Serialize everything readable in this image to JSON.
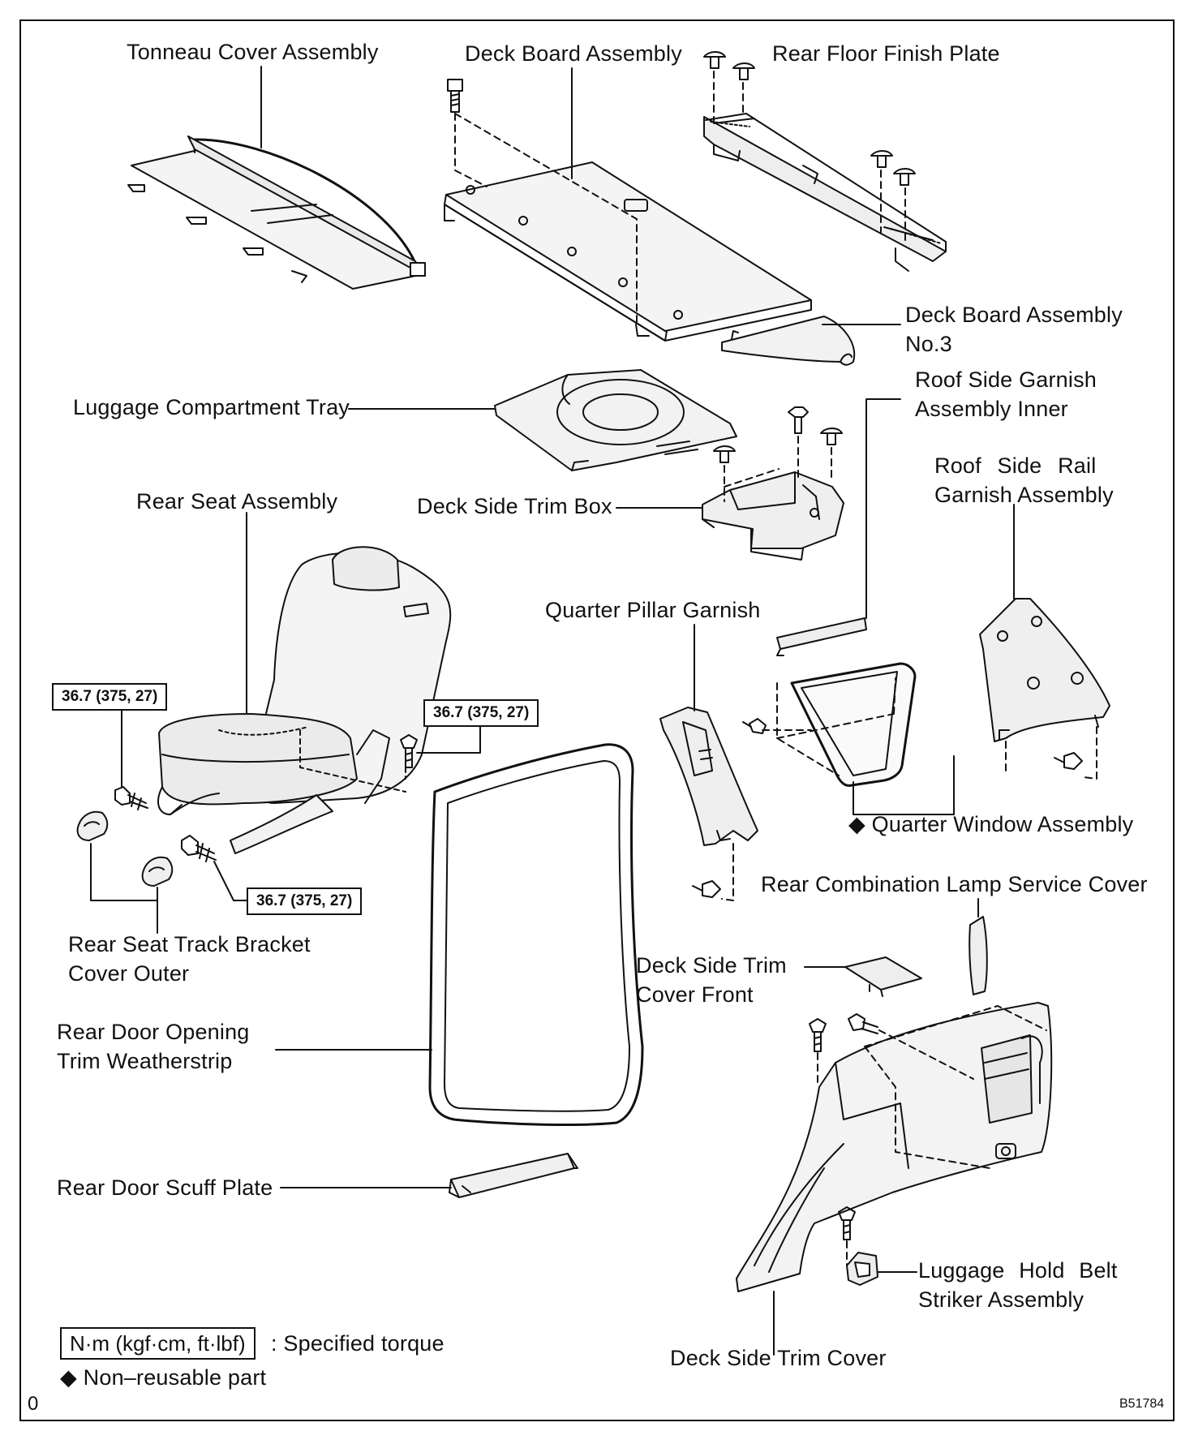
{
  "labels": {
    "tonneau_cover": "Tonneau Cover Assembly",
    "deck_board": "Deck Board Assembly",
    "rear_floor_finish_plate": "Rear Floor Finish Plate",
    "deck_board_no3_l1": "Deck Board Assembly",
    "deck_board_no3_l2": "No.3",
    "luggage_tray": "Luggage Compartment Tray",
    "roof_side_inner_l1": "Roof Side Garnish",
    "roof_side_inner_l2": "Assembly Inner",
    "deck_side_trim_box": "Deck Side Trim Box",
    "roof_side_rail_l1": "Roof Side Rail",
    "roof_side_rail_l2": "Garnish Assembly",
    "rear_seat": "Rear Seat Assembly",
    "quarter_pillar": "Quarter Pillar Garnish",
    "quarter_window": "Quarter Window Assembly",
    "rear_comb_lamp": "Rear Combination Lamp Service Cover",
    "track_bracket_l1": "Rear Seat Track Bracket",
    "track_bracket_l2": "Cover Outer",
    "trim_front_l1": "Deck Side Trim",
    "trim_front_l2": "Cover Front",
    "weatherstrip_l1": "Rear Door Opening",
    "weatherstrip_l2": "Trim Weatherstrip",
    "scuff_plate": "Rear Door Scuff Plate",
    "belt_striker_l1": "Luggage Hold Belt",
    "belt_striker_l2": "Striker Assembly",
    "deck_side_trim_cover": "Deck Side Trim Cover"
  },
  "torque": {
    "t1": "36.7 (375, 27)",
    "t2": "36.7 (375, 27)",
    "t3": "36.7 (375, 27)"
  },
  "legend": {
    "unit_box": "N·m (kgf·cm, ft·lbf)",
    "unit_text": ": Specified torque",
    "nonreusable_symbol": "◆",
    "nonreusable_text": "Non–reusable part"
  },
  "corner": {
    "left": "0",
    "code": "B51784"
  }
}
